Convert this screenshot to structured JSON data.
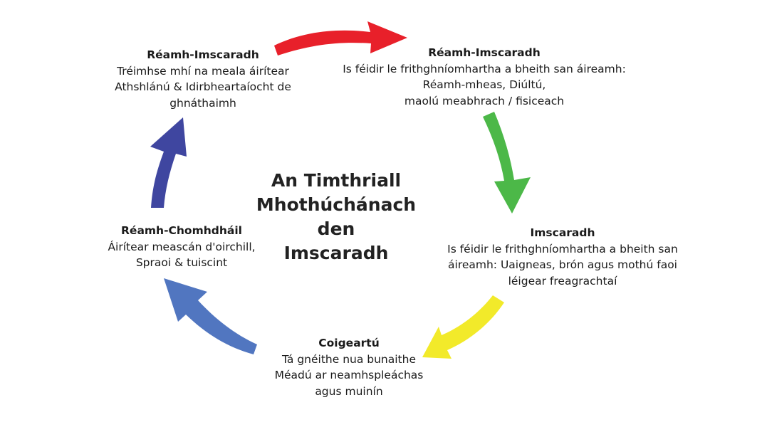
{
  "center_title": [
    "An Timthriall",
    "Mhothúchánach",
    "den",
    "Imscaradh"
  ],
  "stages": [
    {
      "id": "top-left",
      "title": "Réamh-Imscaradh",
      "text": "Tréimhse mhí na meala áirítear\nAthshlánú & Idirbheartaíocht de\nghnáthaimh"
    },
    {
      "id": "top-right",
      "title": "Réamh-Imscaradh",
      "text": "Is féidir le frithghníomhartha a bheith san áireamh:\nRéamh-mheas, Diúltú,\nmaolú meabhrach / fisiceach"
    },
    {
      "id": "right",
      "title": "Imscaradh",
      "text": "Is féidir le frithghníomhartha a bheith san\náireamh:  Uaigneas, brón agus mothú faoi\nléigear freagrachtaí"
    },
    {
      "id": "bottom",
      "title": "Coigeartú",
      "text": "Tá gnéithe nua bunaithe\nMéadú ar neamhspleáchas\nagus muinín"
    },
    {
      "id": "left",
      "title": "Réamh-Chomhdháil",
      "text": "Áirítear meascán d'oirchill,\nSpraoi & tuiscint"
    }
  ],
  "arrow_colors": {
    "red": "#e8202a",
    "green": "#4cb848",
    "yellow": "#f2ea2a",
    "light_blue": "#5176c0",
    "dark_blue": "#3f46a0"
  }
}
